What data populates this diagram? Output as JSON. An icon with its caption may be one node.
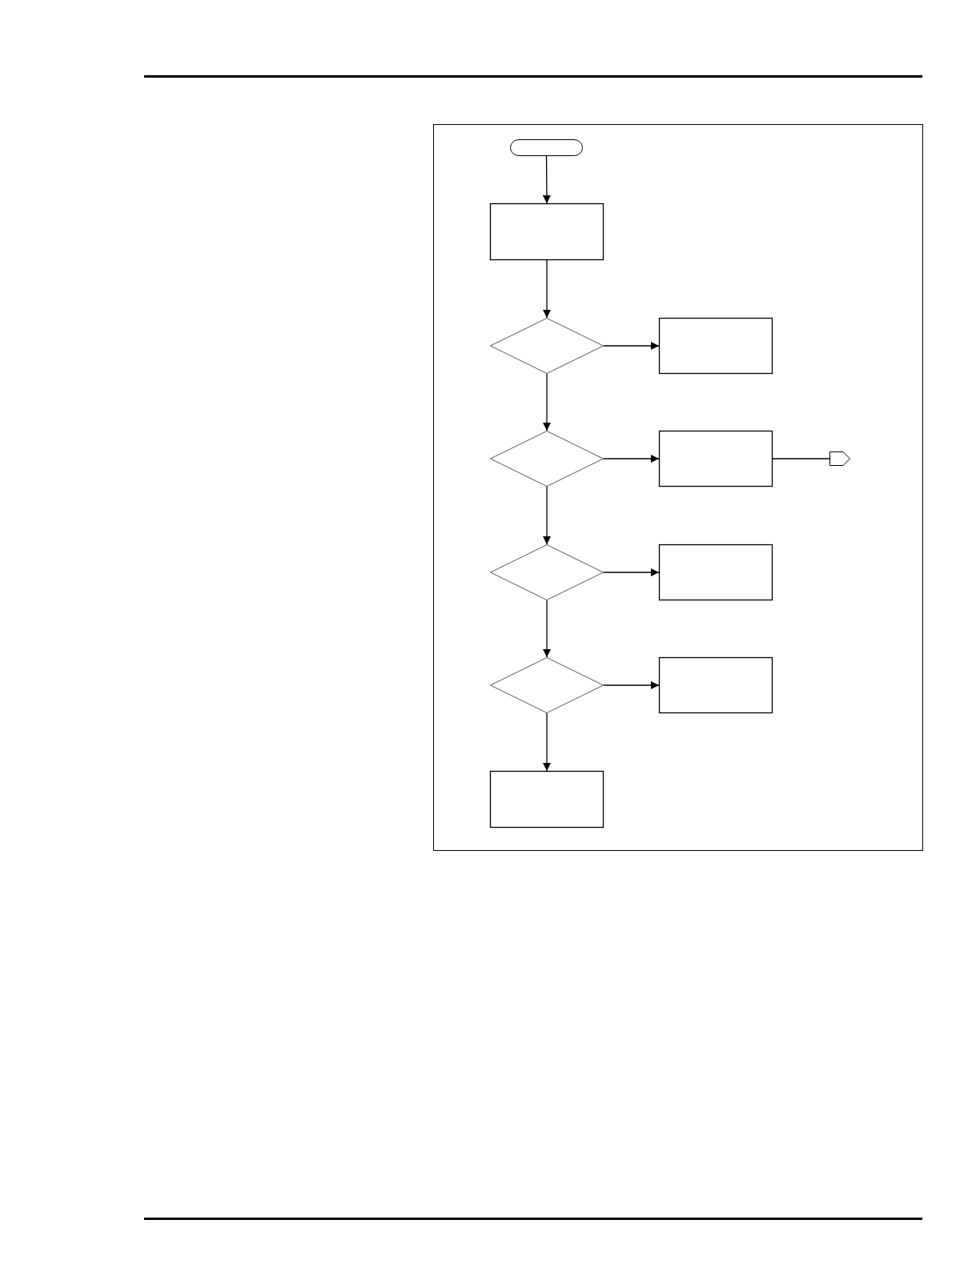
{
  "diagram": {
    "nodes": [
      {
        "text": [],
        "shape": "capsule"
      },
      {
        "text": [],
        "shape": "box"
      },
      {
        "text": [],
        "shape": "diamond"
      },
      {
        "text": [],
        "shape": "box"
      },
      {
        "text": [],
        "shape": "diamond"
      },
      {
        "text": [],
        "shape": "box"
      },
      {
        "text": [],
        "shape": "pentagon"
      },
      {
        "text": [],
        "shape": "diamond"
      },
      {
        "text": [],
        "shape": "box"
      },
      {
        "text": [],
        "shape": "diamond"
      },
      {
        "text": [],
        "shape": "box"
      },
      {
        "text": [],
        "shape": "box"
      }
    ],
    "edges": [
      {
        "from": 0,
        "to": 1,
        "arrow": "to"
      },
      {
        "from": 1,
        "to": 2,
        "arrow": "to"
      },
      {
        "from": 2,
        "to": 3,
        "arrow": "to"
      },
      {
        "from": 2,
        "to": 4,
        "arrow": "to"
      },
      {
        "from": 4,
        "to": 5,
        "arrow": "to"
      },
      {
        "from": 5,
        "to": 6,
        "arrow": "none"
      },
      {
        "from": 4,
        "to": 7,
        "arrow": "to"
      },
      {
        "from": 7,
        "to": 8,
        "arrow": "to"
      },
      {
        "from": 7,
        "to": 9,
        "arrow": "to"
      },
      {
        "from": 9,
        "to": 10,
        "arrow": "to"
      },
      {
        "from": 9,
        "to": 11,
        "arrow": "to"
      }
    ]
  }
}
